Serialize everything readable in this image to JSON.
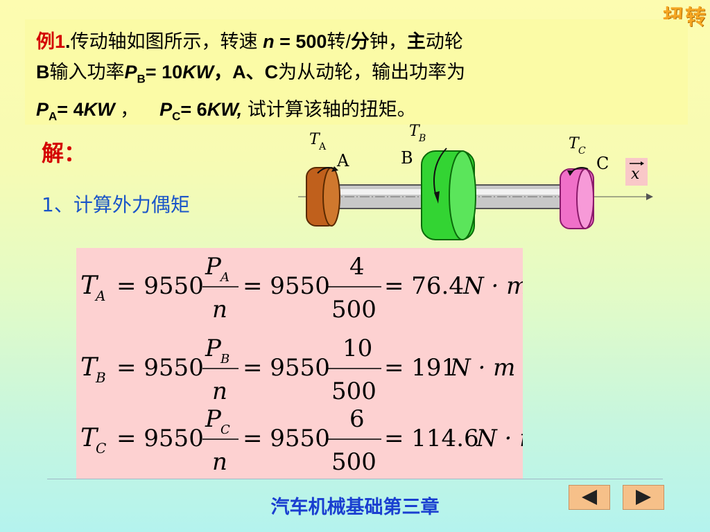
{
  "corner_label": "扭转",
  "problem": {
    "example_label": "例1",
    "dot": ".",
    "line1_a": "传动轴如图所示，转速 ",
    "n": "n",
    "line1_b": " = 500",
    "line1_c": "转/",
    "line1_d": "分",
    "line1_e": "钟，",
    "line1_f": "主",
    "line1_g": "动轮",
    "B": "B",
    "line2_a": "输入功率",
    "P": "P",
    "subB": "B",
    "line2_b": "= 10",
    "KW": "KW",
    "line2_c": "，A、C",
    "line2_d": "为从动轮，输出功率为",
    "subA": "A",
    "line3_a": "= 4",
    "line3_b": " ，  ",
    "subC": "C",
    "line3_c": "= 6",
    "KW2": "KW,",
    "line3_d": " 试计算该轴的扭矩。"
  },
  "solve_label": "解：",
  "step1": "1、计算外力偶矩",
  "diagram": {
    "TA": "T",
    "TA_sub": "A",
    "label_A": "A",
    "TB": "T",
    "TB_sub": "B",
    "label_B": "B",
    "TC": "T",
    "TC_sub": "C",
    "label_C": "C",
    "x_label": "x",
    "colors": {
      "A": "#c0601c",
      "B": "#33d433",
      "C": "#f070c8",
      "shaft": "#c8c8c8"
    }
  },
  "formulas": [
    {
      "T": "T",
      "sub": "A",
      "c1": "= 9550",
      "numP": "P",
      "numSub": "A",
      "den": "n",
      "c2": "= 9550",
      "num2": "4",
      "den2": "500",
      "res": "= 76.4",
      "unit": "N · m"
    },
    {
      "T": "T",
      "sub": "B",
      "c1": "= 9550",
      "numP": "P",
      "numSub": "B",
      "den": "n",
      "c2": "= 9550",
      "num2": "10",
      "den2": "500",
      "res": "= 191",
      "unit": "N · m"
    },
    {
      "T": "T",
      "sub": "C",
      "c1": "= 9550",
      "numP": "P",
      "numSub": "C",
      "den": "n",
      "c2": "= 9550",
      "num2": "6",
      "den2": "500",
      "res": "= 114.6",
      "unit": "N · m"
    }
  ],
  "footer": "汽车机械基础第三章",
  "nav": {
    "prev_icon": "triangle-left-icon",
    "next_icon": "triangle-right-icon"
  }
}
